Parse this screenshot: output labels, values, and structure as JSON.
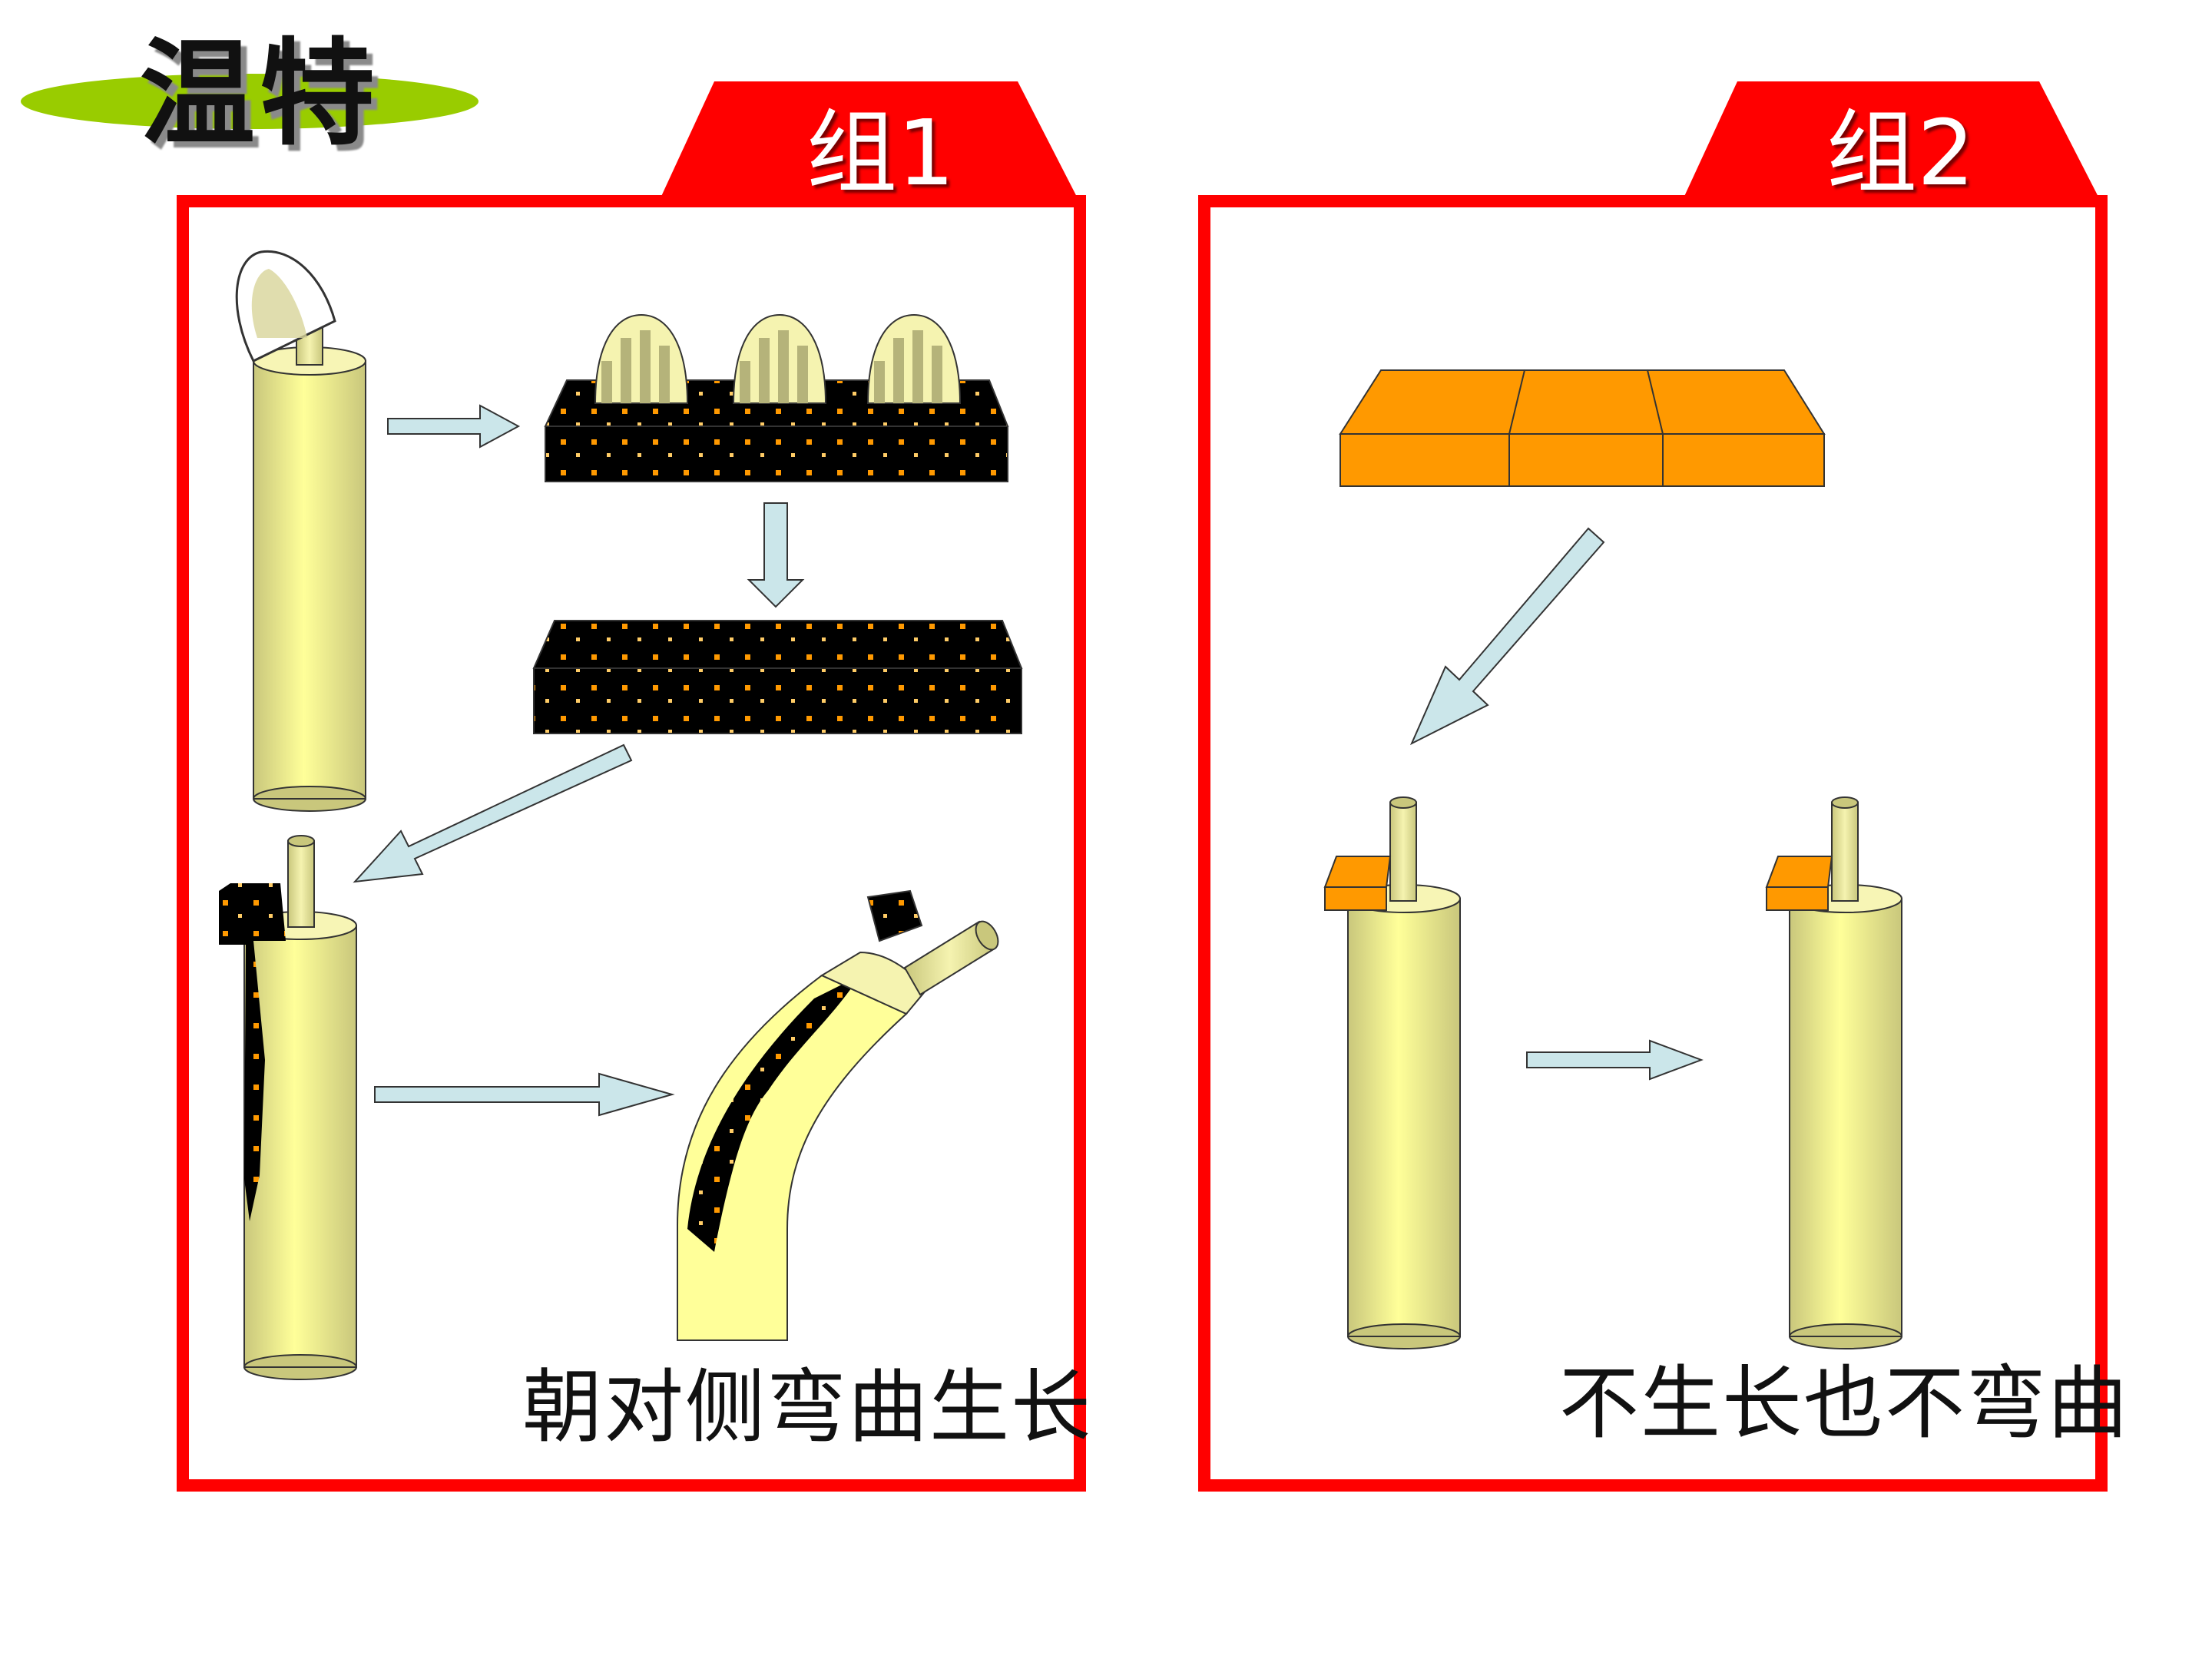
{
  "title": "温特",
  "group1": {
    "label": "组1",
    "result": "朝对侧弯曲生长"
  },
  "group2": {
    "label": "组2",
    "result": "不生长也不弯曲"
  },
  "colors": {
    "frame": "#ff0000",
    "title_pill": "#99cc00",
    "stem": "#ffff99",
    "stem_shade": "#c9c77c",
    "agar_treated": "#000000",
    "agar_dots": "#ff9900",
    "agar_plain": "#ff9900",
    "arrow": "#cbe6ea"
  }
}
